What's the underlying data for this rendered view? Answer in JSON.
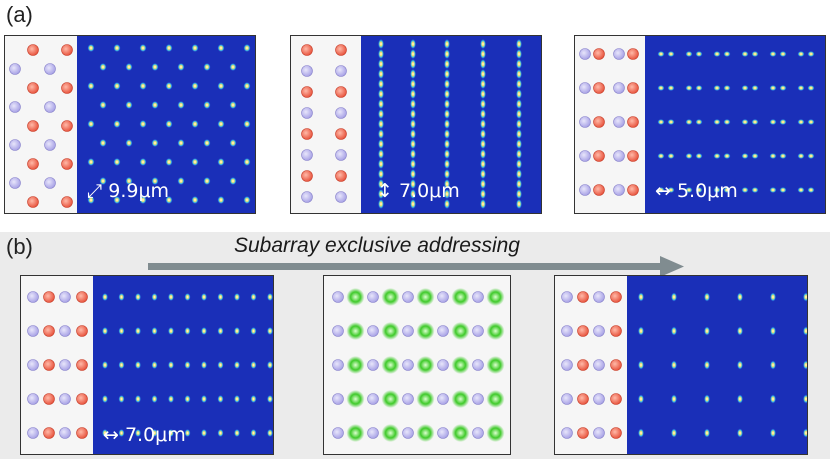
{
  "panel_a_label": "(a)",
  "panel_b_label": "(b)",
  "scale_a1": "9.9μm",
  "scale_a2": "7.0μm",
  "scale_a3": "5.0μm",
  "scale_b1": "7.0μm",
  "arrow_title": "Subarray exclusive addressing",
  "colors": {
    "atom_red": "#e8553f",
    "atom_lavender": "#a8a2e6",
    "atom_green": "#3fca2a",
    "tweezer_bg": "#1a2fb8",
    "arrow": "#808c90"
  }
}
